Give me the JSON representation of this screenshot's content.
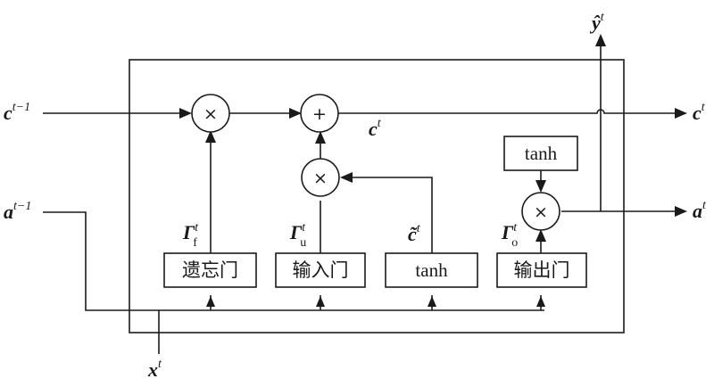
{
  "operators": {
    "multiply": "×",
    "add": "+"
  },
  "gates": {
    "forget": "遗忘门",
    "update": "输入门",
    "candidate": "tanh",
    "output": "输出门",
    "output_tanh": "tanh"
  },
  "variables": {
    "c_prev": {
      "base": "c",
      "sup": "t−1"
    },
    "a_prev": {
      "base": "a",
      "sup": "t−1"
    },
    "x": {
      "base": "x",
      "sup": "t"
    },
    "c_out": {
      "base": "c",
      "sup": "t"
    },
    "c_inner": {
      "base": "c",
      "sup": "t"
    },
    "a_out": {
      "base": "a",
      "sup": "t"
    },
    "y_hat": {
      "base": "ŷ",
      "sup": "t"
    },
    "c_tilde": {
      "base": "c̃",
      "sup": "t"
    },
    "gamma_f": {
      "base": "Γ",
      "sup": "t",
      "sub": "f"
    },
    "gamma_u": {
      "base": "Γ",
      "sup": "t",
      "sub": "u"
    },
    "gamma_o": {
      "base": "Γ",
      "sup": "t",
      "sub": "o"
    }
  }
}
